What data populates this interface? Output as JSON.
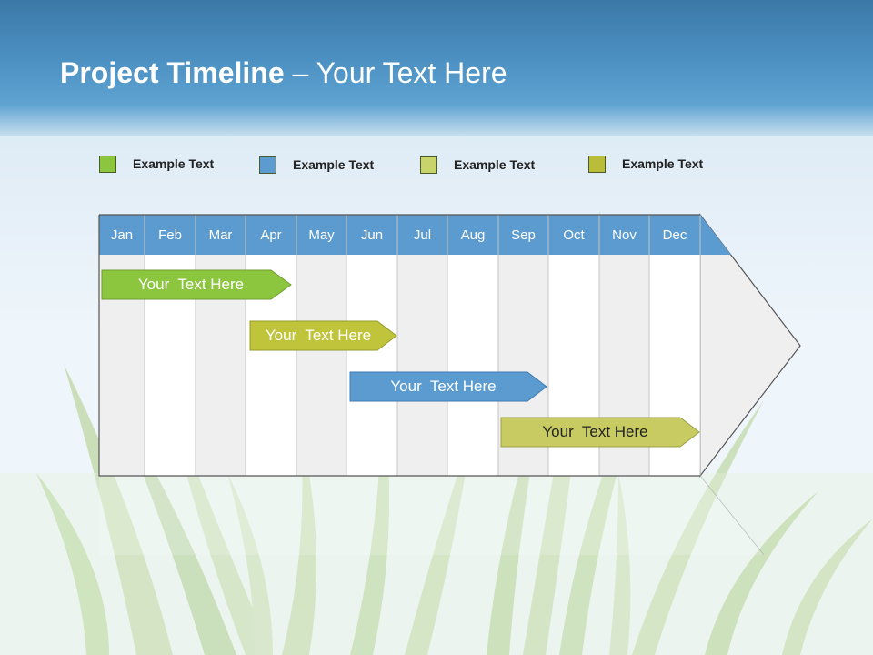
{
  "slide": {
    "title_bold": "Project Timeline",
    "title_rest": " – Your Text Here"
  },
  "legend": [
    {
      "label": "Example Text",
      "color": "#8cc63f"
    },
    {
      "label": "Example Text",
      "color": "#5b9bd0"
    },
    {
      "label": "Example Text",
      "color": "#c9d36c"
    },
    {
      "label": "Example Text",
      "color": "#b9bd38"
    }
  ],
  "months": [
    "Jan",
    "Feb",
    "Mar",
    "Apr",
    "May",
    "Jun",
    "Jul",
    "Aug",
    "Sep",
    "Oct",
    "Nov",
    "Dec"
  ],
  "bars": [
    {
      "label": "Your  Text Here",
      "color": "#8cc63f"
    },
    {
      "label": "Your  Text Here",
      "color": "#bfc43a"
    },
    {
      "label": "Your  Text Here",
      "color": "#5b9bd0"
    },
    {
      "label": "Your  Text Here",
      "color": "#c7cb62"
    }
  ],
  "colors": {
    "header": "#4d92c3",
    "month_bar": "#5b9bd0",
    "grid_line": "#b0b0b0"
  }
}
